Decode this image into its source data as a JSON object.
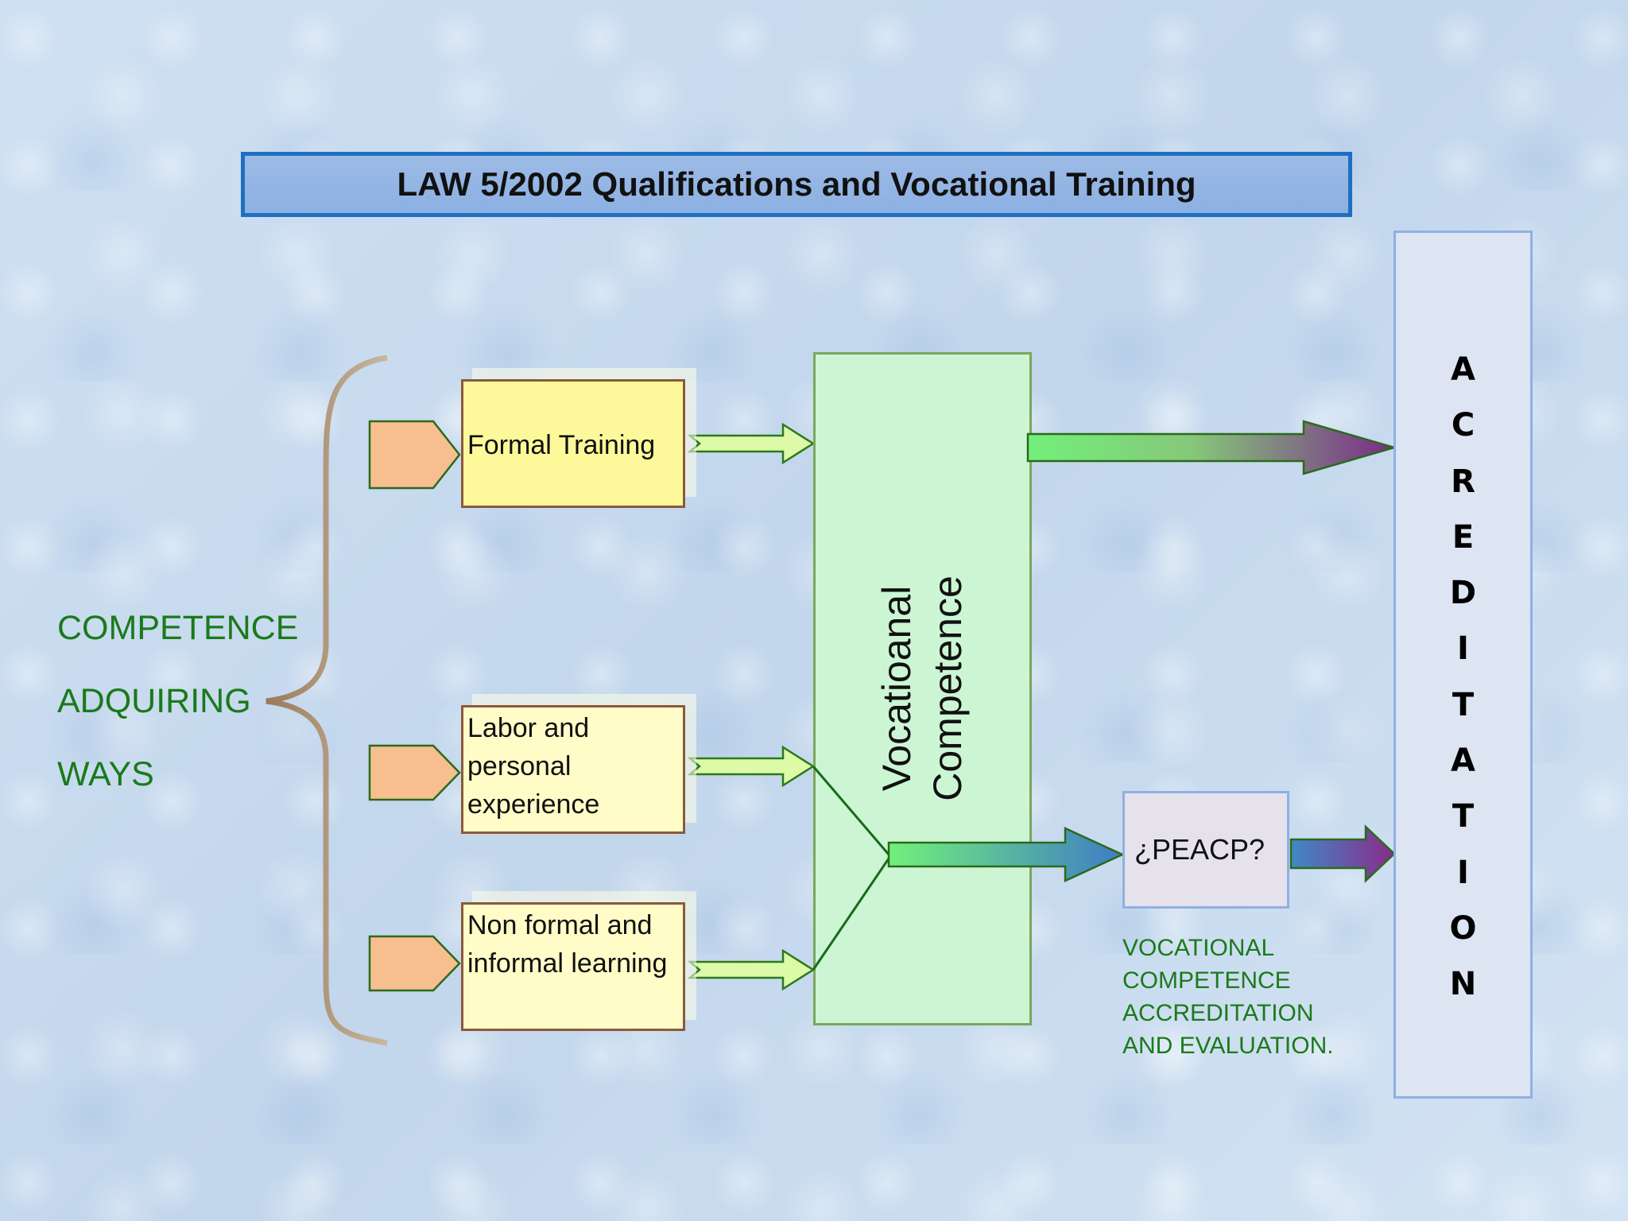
{
  "title": "LAW 5/2002 Qualifications and Vocational Training",
  "left_label": [
    "COMPETENCE",
    "ADQUIRING",
    "WAYS"
  ],
  "inputs": [
    {
      "label": "Formal Training",
      "fill": "#fdf99a"
    },
    {
      "label": "Labor and personal experience",
      "fill": "#fffcc8"
    },
    {
      "label": "Non formal and informal learning",
      "fill": "#fffcc8"
    }
  ],
  "vocational_competence": [
    "Vocatioanal",
    "Competence"
  ],
  "peacp": "¿PEACP?",
  "evaluation_note": [
    "VOCATIONAL",
    "COMPETENCE",
    "ACCREDITATION",
    "AND EVALUATION."
  ],
  "accreditation": "ACREDITATION",
  "colors": {
    "title_fill": "#8fb2e3",
    "title_border": "#1f6fc0",
    "green_text": "#1a7a1a",
    "tag_fill": "#f7be8f",
    "vc_fill": "#ccf5d4",
    "arrow_green": "#72f07a",
    "arrow_purple": "#7a2a8a",
    "arrow_blue": "#3f8ac6"
  }
}
